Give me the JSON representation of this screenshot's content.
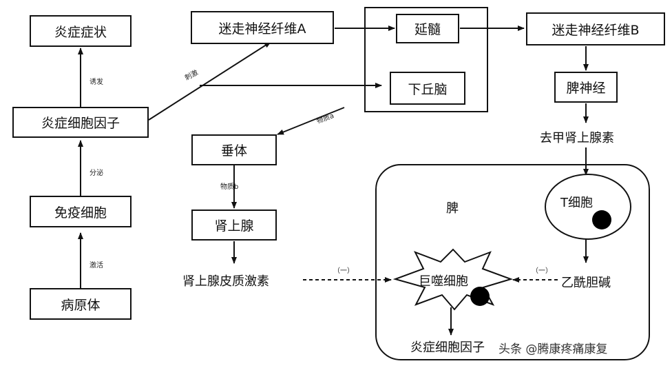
{
  "nodes": {
    "inflammation_symptoms": "炎症症状",
    "inflammatory_cytokine": "炎症细胞因子",
    "immune_cell": "免疫细胞",
    "pathogen": "病原体",
    "vagus_a": "迷走神经纤维A",
    "medulla": "延髓",
    "hypothalamus": "下丘脑",
    "vagus_b": "迷走神经纤维B",
    "splenic_nerve": "脾神经",
    "norepinephrine": "去甲肾上腺素",
    "pituitary": "垂体",
    "adrenal": "肾上腺",
    "adrenocortical_hormone": "肾上腺皮质激素",
    "spleen": "脾",
    "t_cell": "T细胞",
    "macrophage": "巨噬细胞",
    "acetylcholine": "乙酰胆碱",
    "output_cytokine": "炎症细胞因子"
  },
  "edge_labels": {
    "induce": "诱发",
    "secrete": "分泌",
    "activate": "激活",
    "stimulate": "刺激",
    "substance_a": "物质a",
    "substance_b": "物质b",
    "inhibit_left": "（一）",
    "inhibit_right": "（一）"
  },
  "watermark": "头条 @腾康疼痛康复"
}
